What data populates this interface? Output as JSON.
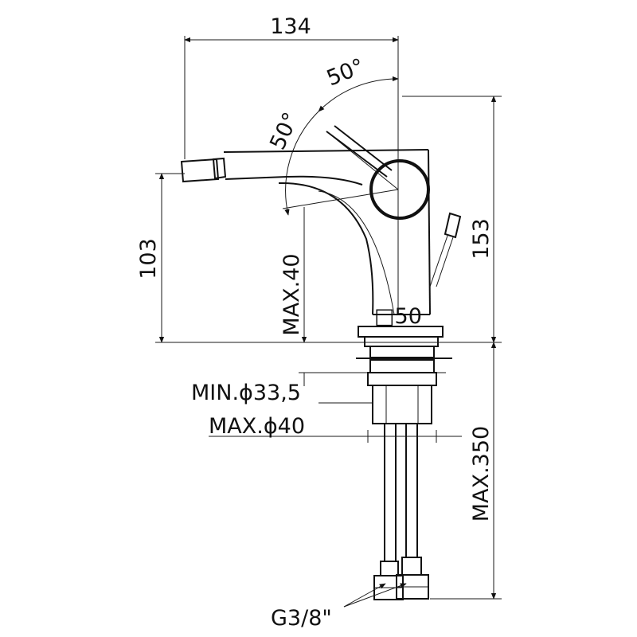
{
  "drawing": {
    "subject": "bidet-mixer-dimension-drawing",
    "dimensions": {
      "width_top": "134",
      "angle_outer": "50°",
      "angle_inner": "50°",
      "height_spout": "103",
      "height_total": "153",
      "max_deck_thickness": "MAX.40",
      "base_square": "□50",
      "min_hole_diameter": "MIN.ϕ33,5",
      "max_hole_diameter": "MAX.ϕ40",
      "max_hose_length": "MAX.350",
      "thread": "G3/8\""
    }
  }
}
